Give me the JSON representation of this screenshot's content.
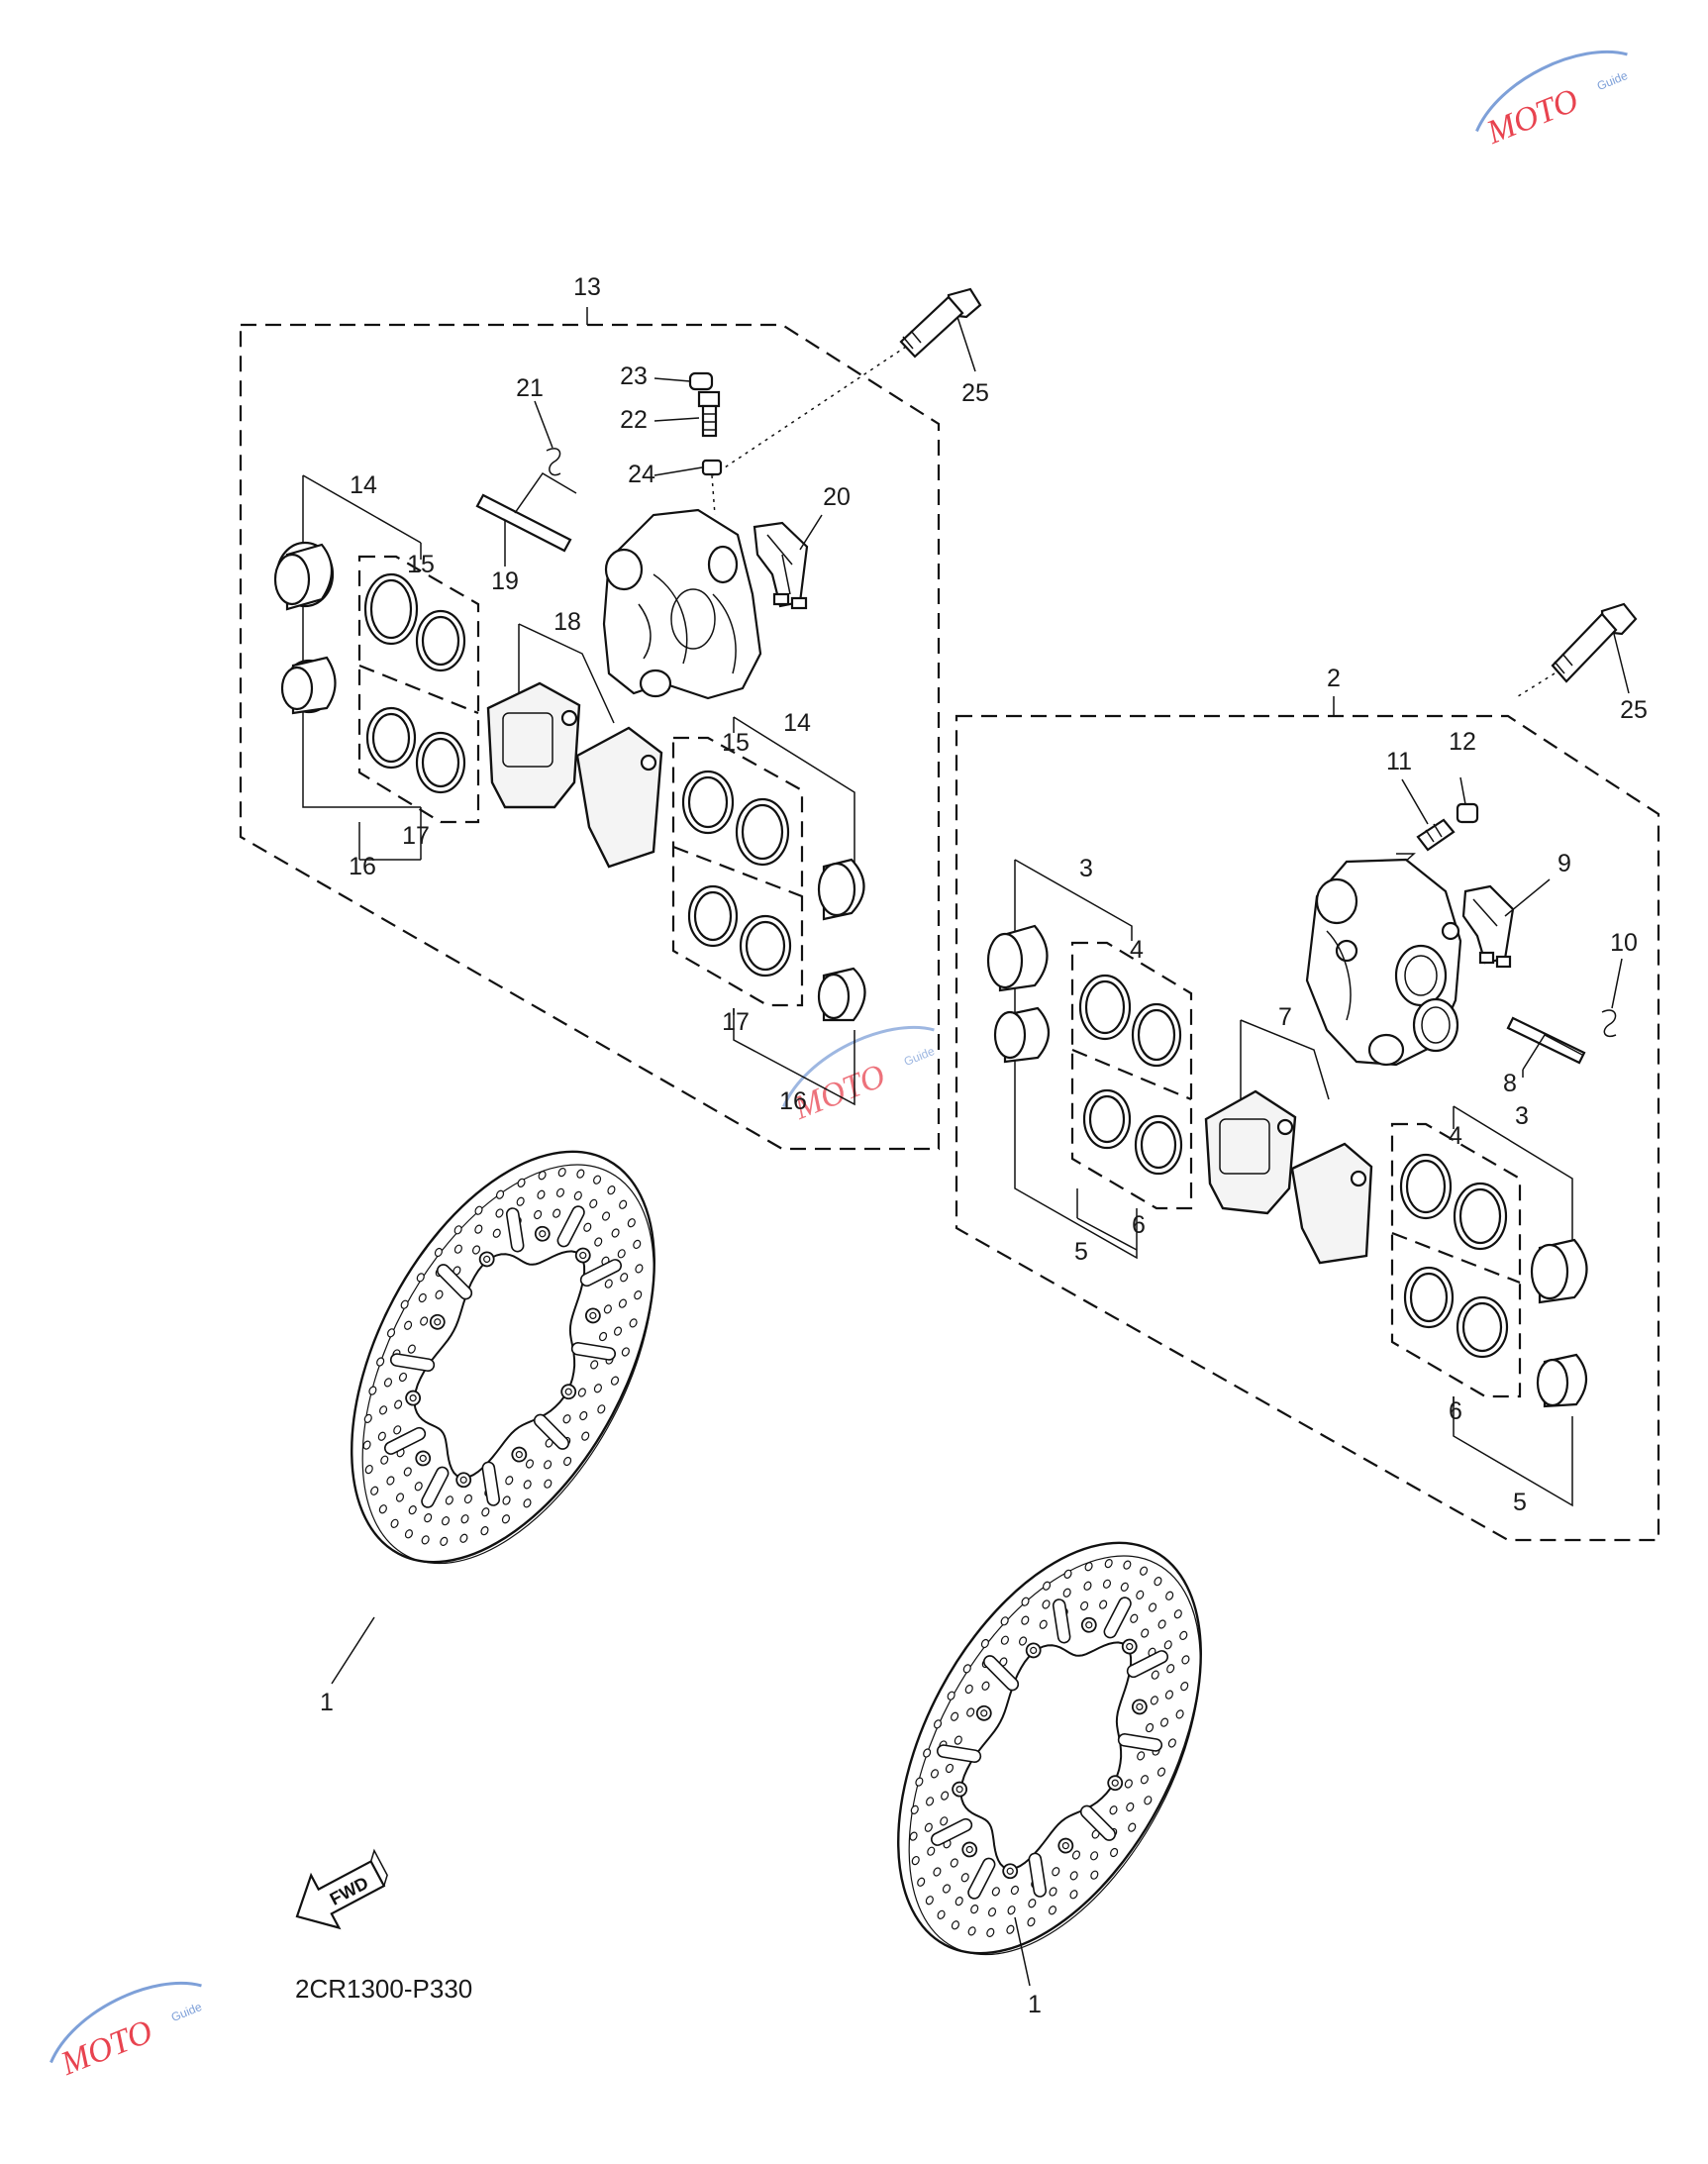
{
  "diagram_code": "2CR1300-P330",
  "fwd_label": "FWD",
  "watermark_text": "MOTO",
  "watermark_sub": "Guide",
  "colors": {
    "line": "#111111",
    "watermark_red": "#e8434f",
    "watermark_blue": "#7ea0d8"
  },
  "icons": {
    "fwd": "fwd-arrow-icon",
    "watermark": "moto-guide-logo"
  },
  "callouts": {
    "c1a": "1",
    "c1b": "1",
    "c2": "2",
    "c3a": "3",
    "c3b": "3",
    "c4a": "4",
    "c4b": "4",
    "c5a": "5",
    "c5b": "5",
    "c6a": "6",
    "c6b": "6",
    "c7": "7",
    "c8": "8",
    "c9": "9",
    "c10": "10",
    "c11": "11",
    "c12": "12",
    "c13": "13",
    "c14a": "14",
    "c14b": "14",
    "c15a": "15",
    "c15b": "15",
    "c16a": "16",
    "c16b": "16",
    "c17a": "17",
    "c17b": "17",
    "c18": "18",
    "c19": "19",
    "c20": "20",
    "c21": "21",
    "c22": "22",
    "c23": "23",
    "c24": "24",
    "c25a": "25",
    "c25b": "25"
  }
}
